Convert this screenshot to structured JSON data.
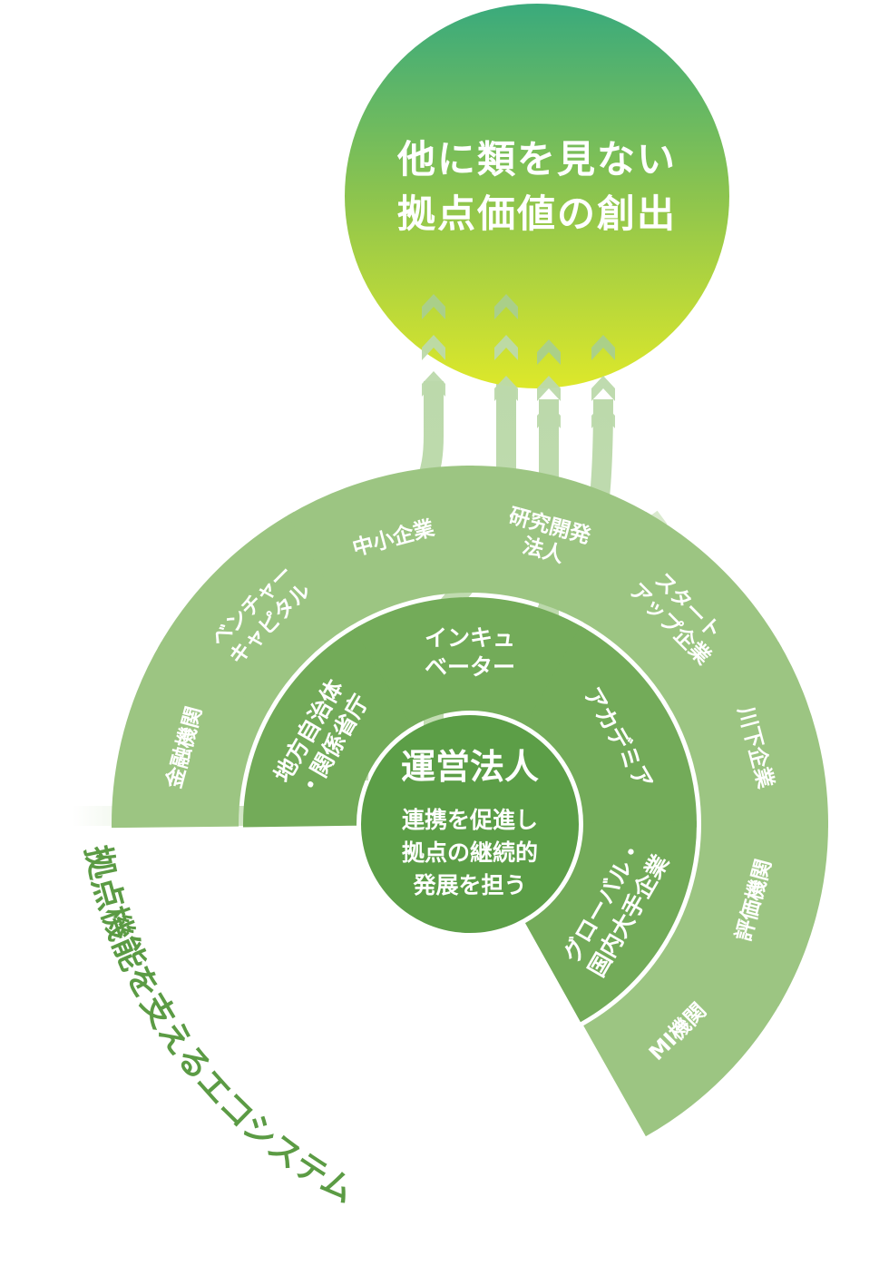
{
  "goal": {
    "line1": "他に類を見ない",
    "line2": "拠点価値の創出"
  },
  "core": {
    "title": "運営法人",
    "line1": "連携を促進し",
    "line2": "拠点の継続的",
    "line3": "発展を担う"
  },
  "inner_ring": [
    {
      "lines": [
        "地方自治体",
        "・関係省庁"
      ]
    },
    {
      "lines": [
        "インキュ",
        "ベーター"
      ]
    },
    {
      "lines": [
        "アカデミア"
      ]
    },
    {
      "lines": [
        "グローバル・",
        "国内大手企業"
      ]
    }
  ],
  "outer_ring": [
    {
      "lines": [
        "金融機関"
      ]
    },
    {
      "lines": [
        "ベンチャー",
        "キャピタル"
      ]
    },
    {
      "lines": [
        "中小企業"
      ]
    },
    {
      "lines": [
        "研究開発",
        "法人"
      ]
    },
    {
      "lines": [
        "スタート",
        "アップ企業"
      ]
    },
    {
      "lines": [
        "川下企業"
      ]
    },
    {
      "lines": [
        "評価機関"
      ]
    },
    {
      "lines": [
        "MI機関"
      ]
    }
  ],
  "ecosystem_title": "拠点機能を支えるエコシステム",
  "colors": {
    "goal_top": "#3aaa7c",
    "goal_bottom": "#dde82a",
    "core": "#5c9e47",
    "inner_segment": "#73ab59",
    "outer_segment": "#9cc582",
    "stream": "#bcd9ab",
    "title": "#5b9b44"
  }
}
